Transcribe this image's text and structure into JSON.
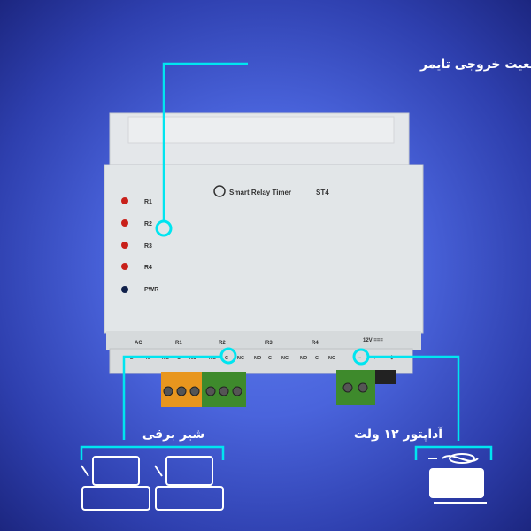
{
  "callouts": {
    "led": "LED وضعیت خروجی تایمر",
    "valve": "شیر برقی",
    "adapter": "آداپتور ۱۲ ولت"
  },
  "device": {
    "brand": "Smart Relay Timer",
    "model": "ST4",
    "leds": [
      {
        "label": "R1",
        "color": "#c8201a"
      },
      {
        "label": "R2",
        "color": "#c8201a"
      },
      {
        "label": "R3",
        "color": "#c8201a"
      },
      {
        "label": "R4",
        "color": "#c8201a"
      },
      {
        "label": "PWR",
        "color": "#10204a"
      }
    ],
    "groups": [
      "AC",
      "R1",
      "R2",
      "R3",
      "R4",
      "12V ==="
    ],
    "terminals": [
      "L",
      "N",
      "NO",
      "C",
      "NC",
      "NO",
      "C",
      "NC",
      "NO",
      "C",
      "NC",
      "NO",
      "C",
      "NC",
      "−",
      "+",
      "⏚"
    ]
  },
  "colors": {
    "accent": "#00e5f0"
  }
}
